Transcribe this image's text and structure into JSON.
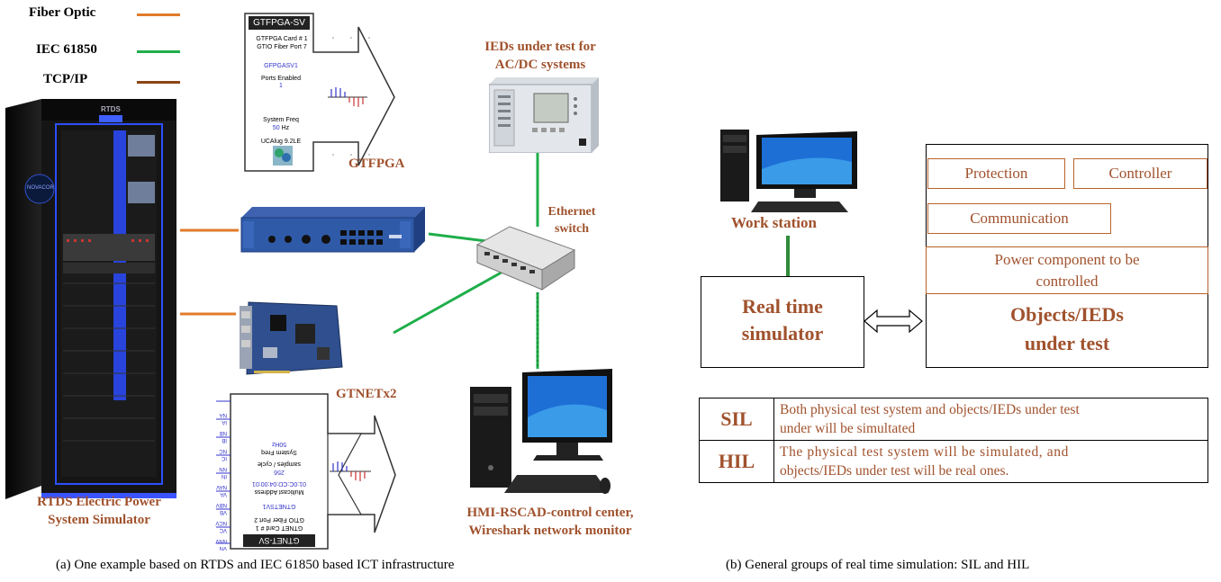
{
  "legend": [
    {
      "label": "Fiber Optic",
      "color": "#e07b2a"
    },
    {
      "label": "IEC 61850",
      "color": "#1fae4a"
    },
    {
      "label": "TCP/IP",
      "color": "#8b4513"
    }
  ],
  "panel_a": {
    "rtds_label": [
      "RTDS Electric Power",
      "System Simulator"
    ],
    "rack_brand": "RTDS",
    "rack_side_brand": "NOVACOR",
    "gtfpga_label": "GTFPGA",
    "gtnet_label": "GTNETx2",
    "ied_label": [
      "IEDs under test for",
      "AC/DC systems"
    ],
    "switch_label": [
      "Ethernet",
      "switch"
    ],
    "hmi_label": [
      "HMI-RSCAD-control center,",
      "Wireshark network monitor"
    ],
    "gtfpga_sv_block": {
      "title": "GTFPGA-SV",
      "card": "GTFPGA Card # 1",
      "port": "GTIO Fiber Port 7",
      "name": "GFPGASV1",
      "ports_enabled_label": "Ports Enabled",
      "ports_enabled_value": "1",
      "sysfreq_label": "System Freq",
      "sysfreq_value": "50",
      "sysfreq_unit": "Hz",
      "version": "UCAlug 9.2LE"
    },
    "gtnet_sv_block": {
      "title": "GTNET-SV",
      "card": "GTNET Card # 1",
      "port": "GTIO Fiber Port 2",
      "name": "GTNETSV1",
      "mcast_label": "Multicast Address",
      "mcast_value": "01:0C:CD:04:00:01",
      "samples": "256",
      "samples_label": "samples / cycle",
      "sysfreq_label": "System Freq",
      "sysfreq_value": "50Hz",
      "pins": [
        "VN",
        "NNV",
        "VC",
        "NCV",
        "VB",
        "NBV",
        "VA",
        "NAV",
        "IN",
        "NN",
        "IC",
        "NC",
        "IB",
        "NB",
        "IA",
        "NA"
      ]
    },
    "caption": "(a) One example based on RTDS and IEC 61850 based ICT infrastructure"
  },
  "panel_b": {
    "workstation_label": "Work station",
    "simulator_label": [
      "Real time",
      "simulator"
    ],
    "objects_label": [
      "Objects/IEDs",
      "under test"
    ],
    "protection": "Protection",
    "controller": "Controller",
    "communication": "Communication",
    "power_component": [
      "Power component to be",
      "controlled"
    ],
    "groups_table": [
      {
        "key": "SIL",
        "desc": [
          "Both physical test system and objects/IEDs under test",
          "under will be simultated"
        ]
      },
      {
        "key": "HIL",
        "desc": [
          "The physical test system will be simulated, and",
          "objects/IEDs under test will be real ones."
        ]
      }
    ],
    "caption": "(b) General groups of real time simulation: SIL and HIL"
  }
}
